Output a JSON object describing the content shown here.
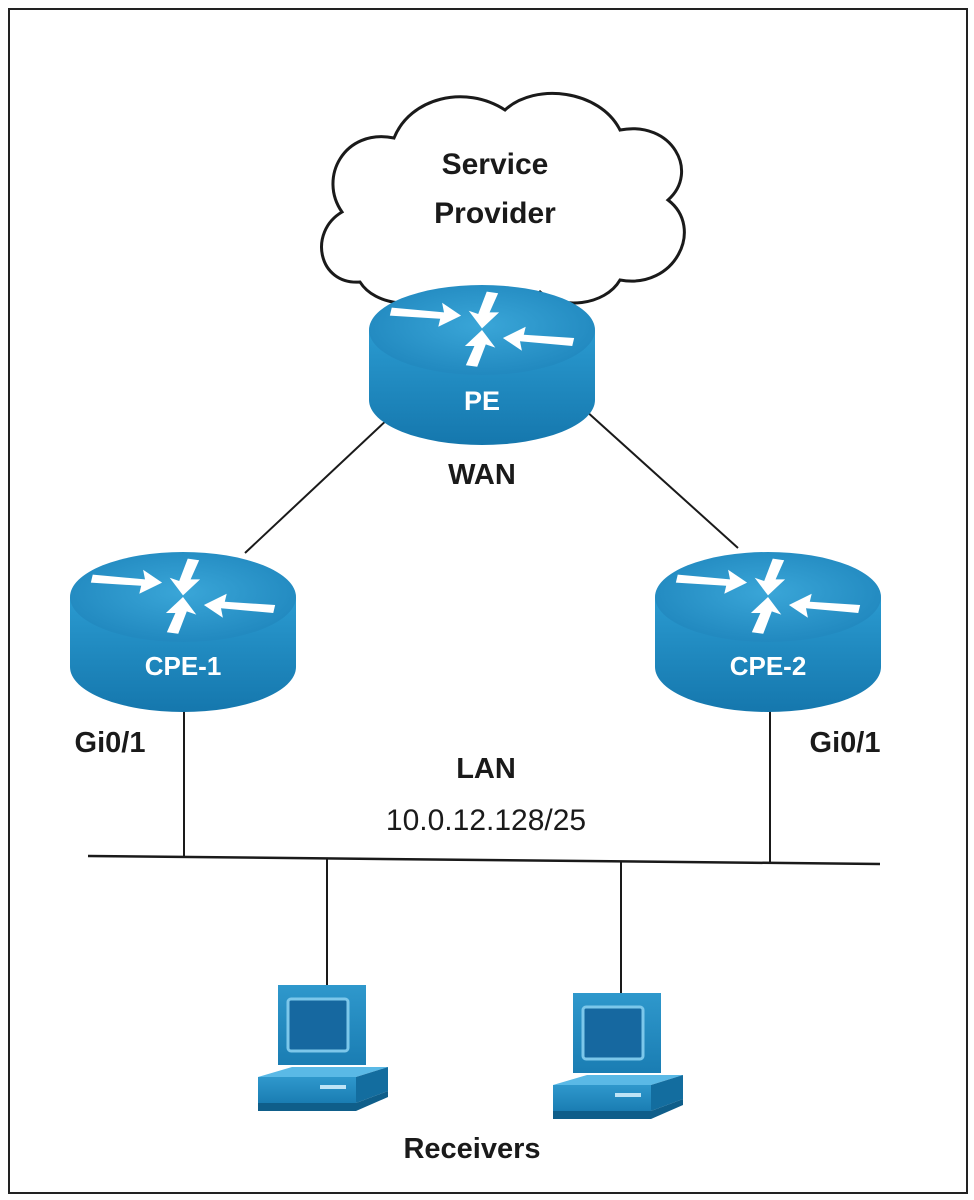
{
  "cloud": {
    "line1": "Service",
    "line2": "Provider"
  },
  "routers": {
    "pe": "PE",
    "cpe1": "CPE-1",
    "cpe2": "CPE-2"
  },
  "labels": {
    "wan": "WAN",
    "lan": "LAN",
    "lan_subnet": "10.0.12.128/25",
    "cpe1_interface": "Gi0/1",
    "cpe2_interface": "Gi0/1",
    "receivers": "Receivers"
  },
  "colors": {
    "router_top": "#2d97c9",
    "router_side": "#1c7fb4",
    "line": "#1a1a1a"
  }
}
